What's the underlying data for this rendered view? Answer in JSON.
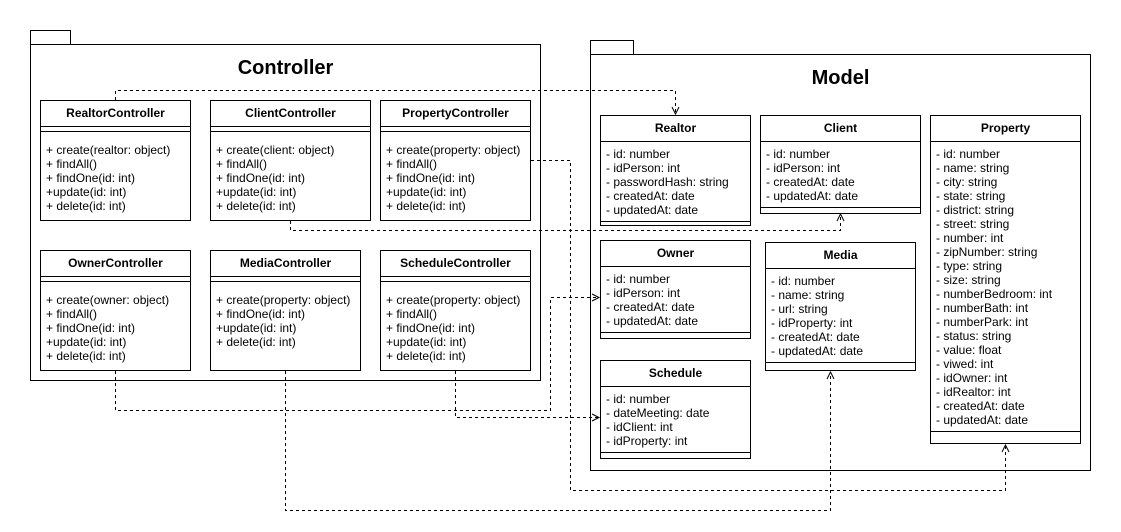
{
  "packages": {
    "controller": {
      "title": "Controller"
    },
    "model": {
      "title": "Model"
    }
  },
  "controllers": [
    {
      "name": "RealtorController",
      "operations": [
        "+ create(realtor: object)",
        "+ findAll()",
        "+ findOne(id: int)",
        "+update(id: int)",
        "+ delete(id: int)"
      ]
    },
    {
      "name": "ClientController",
      "operations": [
        "+ create(client: object)",
        "+ findAll()",
        "+ findOne(id: int)",
        "+update(id: int)",
        "+ delete(id: int)"
      ]
    },
    {
      "name": "PropertyController",
      "operations": [
        "+ create(property: object)",
        "+ findAll()",
        "+ findOne(id: int)",
        "+update(id: int)",
        "+ delete(id: int)"
      ]
    },
    {
      "name": "OwnerController",
      "operations": [
        "+ create(owner: object)",
        "+ findAll()",
        "+ findOne(id: int)",
        "+update(id: int)",
        "+ delete(id: int)"
      ]
    },
    {
      "name": "MediaController",
      "operations": [
        "+ create(property: object)",
        "+ findOne(id: int)",
        "+update(id: int)",
        "+ delete(id: int)"
      ]
    },
    {
      "name": "ScheduleController",
      "operations": [
        "+ create(property: object)",
        "+ findAll()",
        "+ findOne(id: int)",
        "+update(id: int)",
        "+ delete(id: int)"
      ]
    }
  ],
  "models": [
    {
      "name": "Realtor",
      "attributes": [
        "- id: number",
        "- idPerson: int",
        "- passwordHash: string",
        "- createdAt: date",
        "- updatedAt: date"
      ]
    },
    {
      "name": "Client",
      "attributes": [
        "- id: number",
        "- idPerson: int",
        "- createdAt: date",
        "- updatedAt: date"
      ]
    },
    {
      "name": "Property",
      "attributes": [
        "- id: number",
        "- name: string",
        "- city: string",
        "- state: string",
        "- district: string",
        "- street: string",
        "- number: int",
        "- zipNumber: string",
        "- type: string",
        "- size: string",
        "- numberBedroom: int",
        "- numberBath: int",
        "- numberPark: int",
        "- status: string",
        "- value: float",
        "- viwed: int",
        "- idOwner: int",
        "- idRealtor: int",
        "- createdAt: date",
        "- updatedAt: date"
      ]
    },
    {
      "name": "Owner",
      "attributes": [
        "- id: number",
        "- idPerson: int",
        "- createdAt: date",
        "- updatedAt: date"
      ]
    },
    {
      "name": "Media",
      "attributes": [
        "- id: number",
        "- name: string",
        "- url: string",
        "- idProperty: int",
        "- createdAt: date",
        "- updatedAt: date"
      ]
    },
    {
      "name": "Schedule",
      "attributes": [
        "- id: number",
        "- dateMeeting: date",
        "- idClient: int",
        "- idProperty: int"
      ]
    }
  ],
  "dependencies": [
    {
      "from": "RealtorController",
      "to": "Realtor"
    },
    {
      "from": "ClientController",
      "to": "Client"
    },
    {
      "from": "PropertyController",
      "to": "Property"
    },
    {
      "from": "OwnerController",
      "to": "Owner"
    },
    {
      "from": "MediaController",
      "to": "Media"
    },
    {
      "from": "ScheduleController",
      "to": "Schedule"
    }
  ]
}
